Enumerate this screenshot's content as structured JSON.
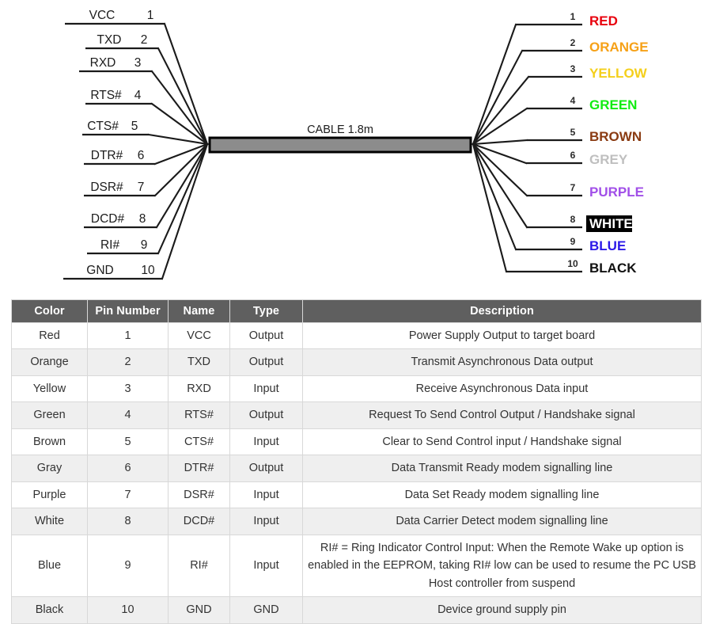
{
  "diagram": {
    "cable_label": "CABLE 1.8m",
    "left_pins": [
      {
        "name": "VCC",
        "number": "1"
      },
      {
        "name": "TXD",
        "number": "2"
      },
      {
        "name": "RXD",
        "number": "3"
      },
      {
        "name": "RTS#",
        "number": "4"
      },
      {
        "name": "CTS#",
        "number": "5"
      },
      {
        "name": "DTR#",
        "number": "6"
      },
      {
        "name": "DSR#",
        "number": "7"
      },
      {
        "name": "DCD#",
        "number": "8"
      },
      {
        "name": "RI#",
        "number": "9"
      },
      {
        "name": "GND",
        "number": "10"
      }
    ],
    "right_pins": [
      {
        "number": "1",
        "color_name": "RED",
        "hex": "#e8000d",
        "boxed": false
      },
      {
        "number": "2",
        "color_name": "ORANGE",
        "hex": "#f6a117",
        "boxed": false
      },
      {
        "number": "3",
        "color_name": "YELLOW",
        "hex": "#f4cf1b",
        "boxed": false
      },
      {
        "number": "4",
        "color_name": "GREEN",
        "hex": "#12ec12",
        "boxed": false
      },
      {
        "number": "5",
        "color_name": "BROWN",
        "hex": "#8a3b12",
        "boxed": false
      },
      {
        "number": "6",
        "color_name": "GREY",
        "hex": "#bfbfbf",
        "boxed": false
      },
      {
        "number": "7",
        "color_name": "PURPLE",
        "hex": "#a14fe8",
        "boxed": false
      },
      {
        "number": "8",
        "color_name": "WHITE",
        "hex": "#ffffff",
        "boxed": true
      },
      {
        "number": "9",
        "color_name": "BLUE",
        "hex": "#2b18e8",
        "boxed": false
      },
      {
        "number": "10",
        "color_name": "BLACK",
        "hex": "#111111",
        "boxed": false
      }
    ]
  },
  "table": {
    "headers": [
      "Color",
      "Pin Number",
      "Name",
      "Type",
      "Description"
    ],
    "rows": [
      {
        "color": "Red",
        "pin": "1",
        "name": "VCC",
        "type": "Output",
        "description": "Power Supply Output to target board"
      },
      {
        "color": "Orange",
        "pin": "2",
        "name": "TXD",
        "type": "Output",
        "description": "Transmit Asynchronous Data output"
      },
      {
        "color": "Yellow",
        "pin": "3",
        "name": "RXD",
        "type": "Input",
        "description": "Receive Asynchronous Data input"
      },
      {
        "color": "Green",
        "pin": "4",
        "name": "RTS#",
        "type": "Output",
        "description": "Request To Send Control Output / Handshake signal"
      },
      {
        "color": "Brown",
        "pin": "5",
        "name": "CTS#",
        "type": "Input",
        "description": "Clear to Send Control input / Handshake signal"
      },
      {
        "color": "Gray",
        "pin": "6",
        "name": "DTR#",
        "type": "Output",
        "description": "Data Transmit Ready modem signalling line"
      },
      {
        "color": "Purple",
        "pin": "7",
        "name": "DSR#",
        "type": "Input",
        "description": "Data Set Ready modem signalling line"
      },
      {
        "color": "White",
        "pin": "8",
        "name": "DCD#",
        "type": "Input",
        "description": "Data Carrier Detect modem signalling line"
      },
      {
        "color": "Blue",
        "pin": "9",
        "name": "RI#",
        "type": "Input",
        "description": "RI# = Ring Indicator Control Input: When the Remote Wake up option is enabled in the EEPROM, taking RI# low can be used to resume the PC USB Host controller from suspend"
      },
      {
        "color": "Black",
        "pin": "10",
        "name": "GND",
        "type": "GND",
        "description": "Device ground supply pin"
      }
    ]
  }
}
